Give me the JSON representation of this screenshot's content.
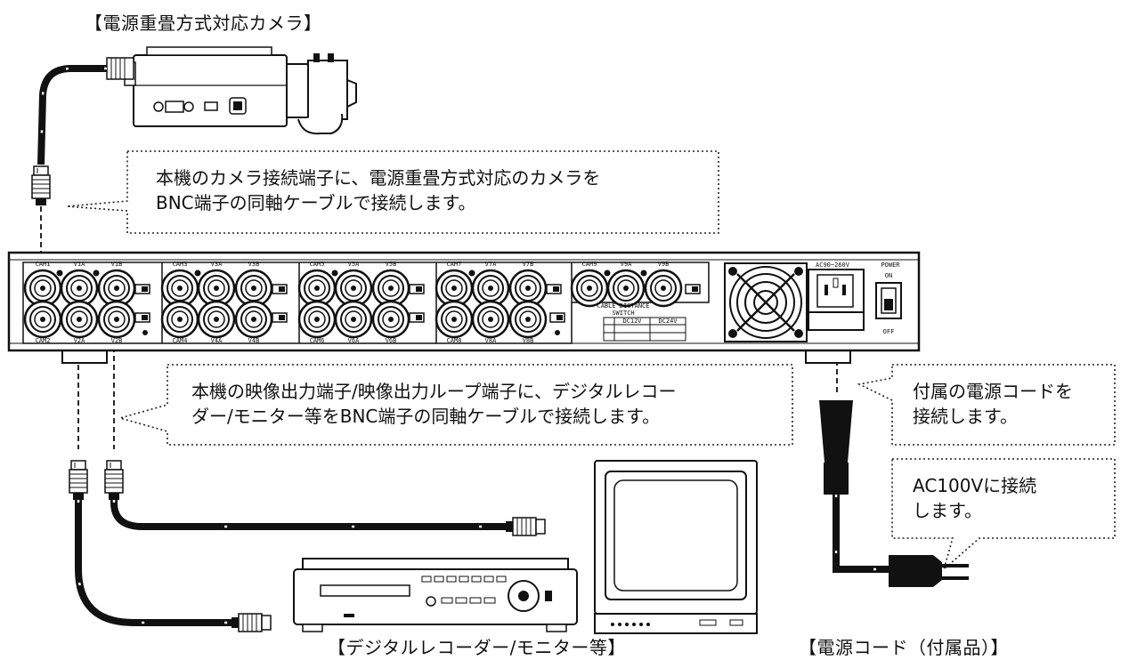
{
  "labels": {
    "camera": "【電源重畳方式対応カメラ】",
    "recorder": "【デジタルレコーダー/モニター等】",
    "power_cord": "【電源コード（付属品）】"
  },
  "callouts": {
    "camera_connect": [
      "本機のカメラ接続端子に、電源重畳方式対応のカメラを",
      "BNC端子の同軸ケーブルで接続します。"
    ],
    "video_out": [
      "本機の映像出力端子/映像出力ループ端子に、デジタルレコー",
      "ダー/モニター等をBNC端子の同軸ケーブルで接続します。"
    ],
    "power_cord": [
      "付属の電源コードを",
      "接続します。"
    ],
    "ac100v": [
      "AC100Vに接続",
      "します。"
    ]
  },
  "panel": {
    "top_labels": [
      "CAM1",
      "V1A",
      "V1B",
      "CAM3",
      "V3A",
      "V3B",
      "CAM5",
      "V5A",
      "V5B",
      "CAM7",
      "V7A",
      "V7B",
      "CAM9",
      "V9A",
      "V9B"
    ],
    "bottom_labels": [
      "CAM2",
      "V2A",
      "V2B",
      "CAM4",
      "V4A",
      "V4B",
      "CAM6",
      "V6A",
      "V6B",
      "CAM8",
      "V8A",
      "V8B"
    ],
    "cable_distance": [
      "CABLE DISTANCE",
      "SWITCH"
    ],
    "switch_table": [
      "DC12V",
      "DC24V"
    ],
    "ac_rating": "AC90~260V",
    "power": "POWER",
    "on": "ON",
    "off": "OFF"
  }
}
